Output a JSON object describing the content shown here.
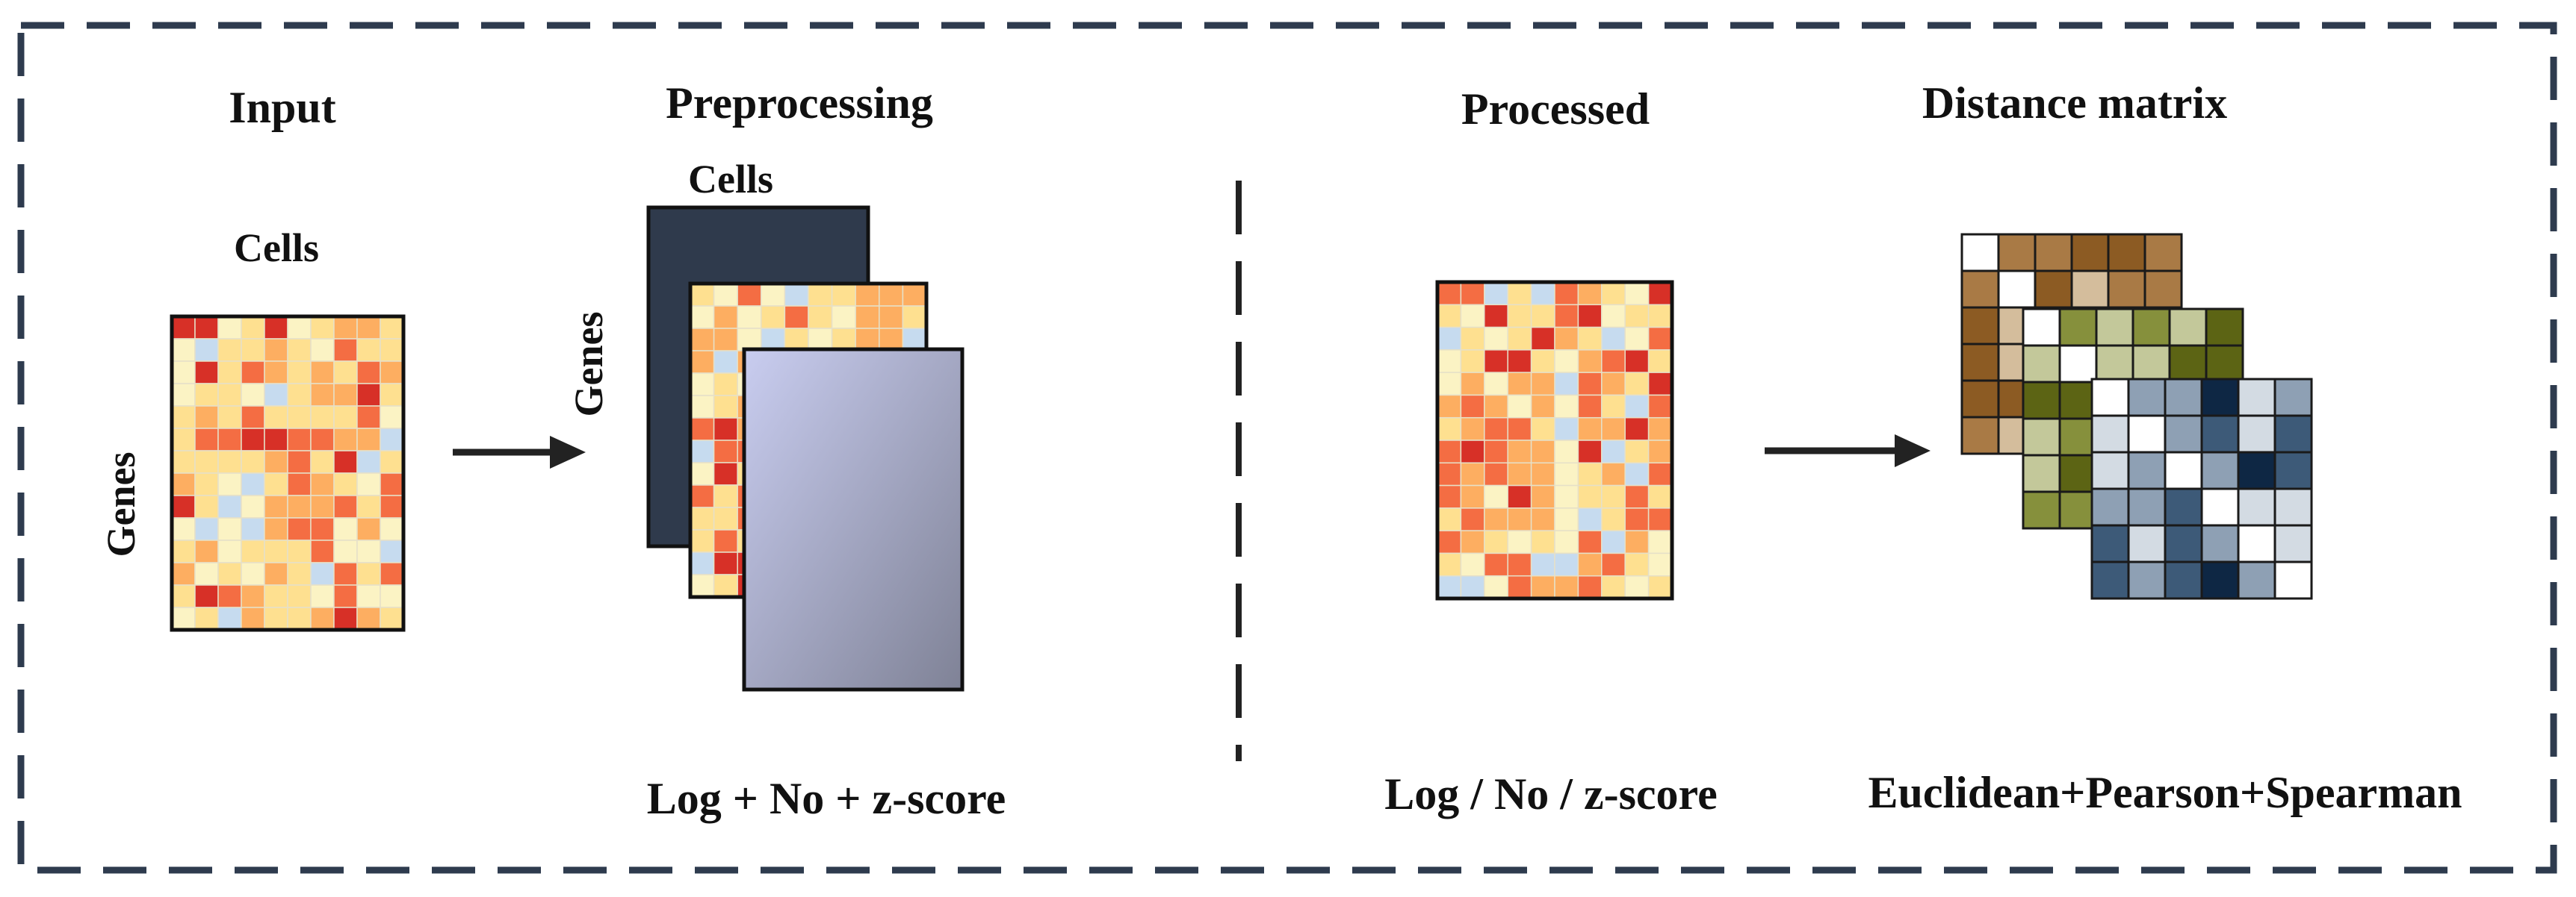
{
  "sections": {
    "input": {
      "title": "Input",
      "cols_label": "Cells",
      "rows_label": "Genes"
    },
    "preprocessing": {
      "title": "Preprocessing",
      "cols_label": "Cells",
      "rows_label": "Genes",
      "caption": "Log + No + z-score"
    },
    "processed": {
      "title": "Processed",
      "caption": "Log / No / z-score"
    },
    "distance": {
      "title": "Distance matrix",
      "caption": "Euclidean+Pearson+Spearman"
    }
  },
  "colors": {
    "frame": "#2e3b4e",
    "heat_palette": [
      "#fbf3c4",
      "#fee090",
      "#fdae61",
      "#f46d43",
      "#d73027",
      "#c6dbef"
    ],
    "preproc_back": "#2f3a4c",
    "brown_palette": [
      "#8c5b23",
      "#a97a45",
      "#d4bd9c",
      "#ffffff"
    ],
    "olive_palette": [
      "#5c6414",
      "#86903c",
      "#c3c89a",
      "#ffffff"
    ],
    "navy_palette": [
      "#0e2744",
      "#3d5a78",
      "#8ea0b4",
      "#d3dbe3",
      "#ffffff"
    ]
  },
  "icons": [
    "arrow-right-icon"
  ]
}
